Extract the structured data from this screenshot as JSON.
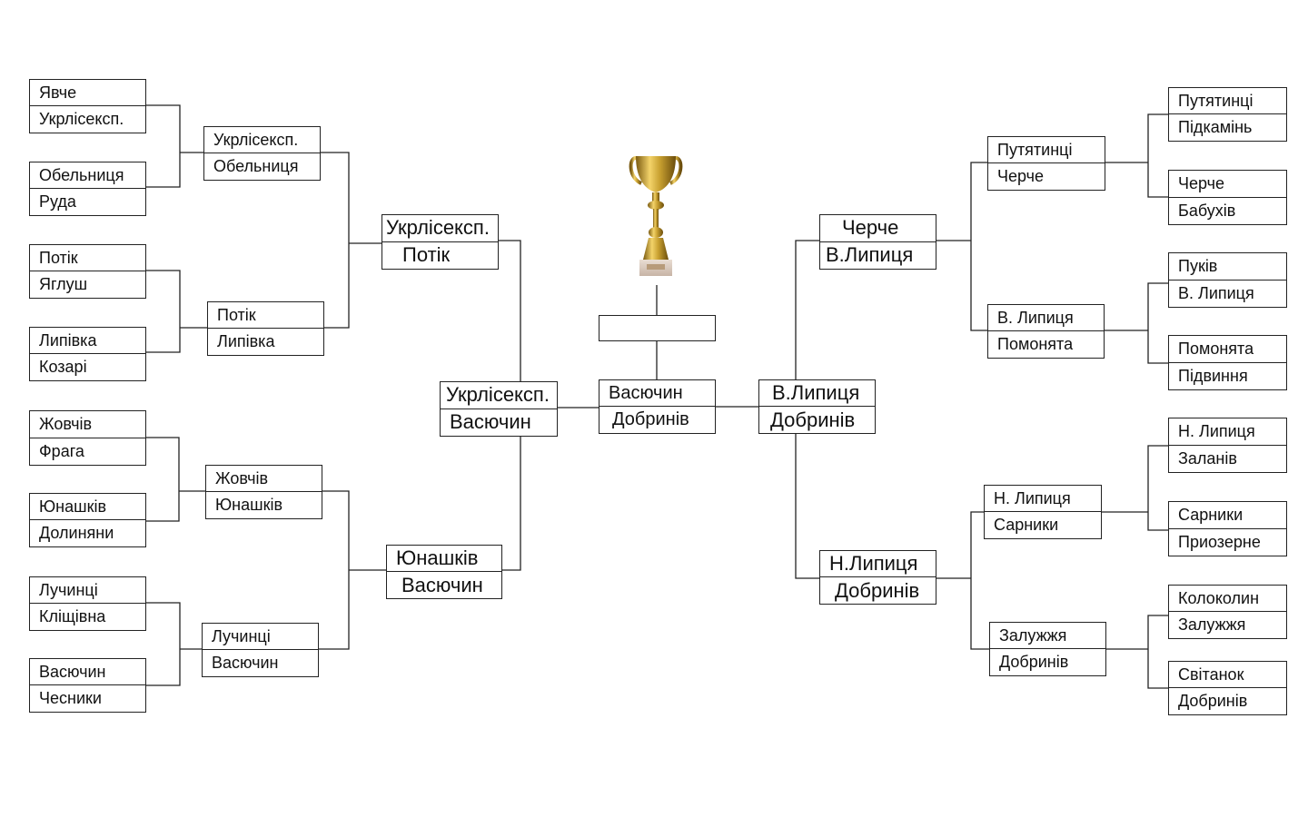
{
  "final": {
    "top": "Васючин",
    "bottom": "Добринів"
  },
  "champion": "",
  "left": {
    "r1": [
      [
        "Явче",
        "Укрлісексп."
      ],
      [
        "Обельниця",
        "Руда"
      ],
      [
        "Потік",
        "Яглуш"
      ],
      [
        "Липівка",
        "Козарі"
      ],
      [
        "Жовчів",
        "Фрага"
      ],
      [
        "Юнашків",
        "Долиняни"
      ],
      [
        "Лучинці",
        "Кліщівна"
      ],
      [
        "Васючин",
        "Чесники"
      ]
    ],
    "r2": [
      [
        "Укрлісексп.",
        "Обельниця"
      ],
      [
        "Потік",
        "Липівка"
      ],
      [
        "Жовчів",
        "Юнашків"
      ],
      [
        "Лучинці",
        "Васючин"
      ]
    ],
    "r3": [
      [
        "Укрлісексп.",
        "Потік"
      ],
      [
        "Юнашків",
        "Васючин"
      ]
    ],
    "semi": [
      "Укрлісексп.",
      "Васючин"
    ]
  },
  "right": {
    "r1": [
      [
        "Путятинці",
        "Підкамінь"
      ],
      [
        "Черче",
        "Бабухів"
      ],
      [
        "Пуків",
        "В. Липиця"
      ],
      [
        "Помонята",
        "Підвиння"
      ],
      [
        "Н. Липиця",
        "Заланів"
      ],
      [
        "Сарники",
        "Приозерне"
      ],
      [
        "Колоколин",
        "Залужжя"
      ],
      [
        "Світанок",
        "Добринів"
      ]
    ],
    "r2": [
      [
        "Путятинці",
        "Черче"
      ],
      [
        "В. Липиця",
        "Помонята"
      ],
      [
        "Н. Липиця",
        "Сарники"
      ],
      [
        "Залужжя",
        "Добринів"
      ]
    ],
    "r3": [
      [
        "Черче",
        "В.Липиця"
      ],
      [
        "Н.Липиця",
        "Добринів"
      ]
    ],
    "semi": [
      "В.Липиця",
      "Добринів"
    ]
  }
}
